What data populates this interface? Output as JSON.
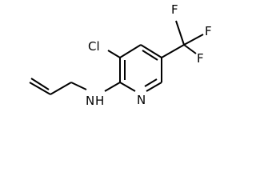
{
  "molecule": {
    "atoms": {
      "chlorine": "Cl",
      "amine": "N",
      "hydrogen": "H",
      "ring_nitrogen": "N",
      "fluorine_upper_left": "F",
      "fluorine_upper_right": "F",
      "fluorine_lower": "F"
    }
  }
}
